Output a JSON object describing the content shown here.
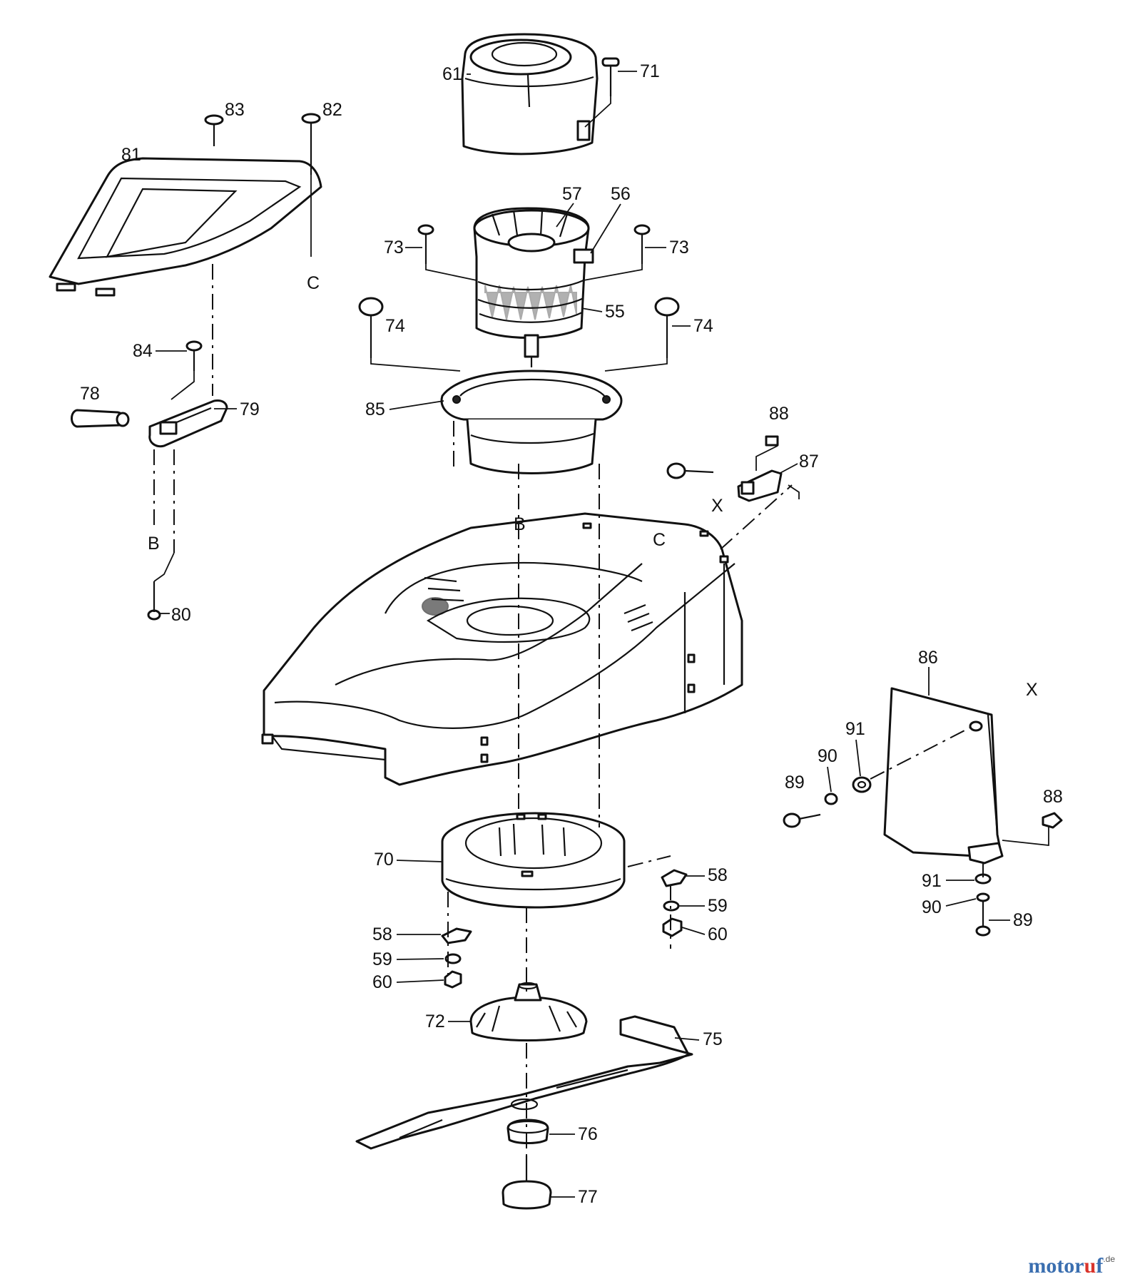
{
  "watermark": {
    "part1": "motor",
    "part2": "u",
    "part3": "f",
    "suffix": ".de"
  },
  "callouts": [
    {
      "id": "c61",
      "text": "61"
    },
    {
      "id": "c71",
      "text": "71"
    },
    {
      "id": "c83",
      "text": "83"
    },
    {
      "id": "c82",
      "text": "82"
    },
    {
      "id": "c81",
      "text": "81"
    },
    {
      "id": "c57",
      "text": "57"
    },
    {
      "id": "c56",
      "text": "56"
    },
    {
      "id": "c73a",
      "text": "73"
    },
    {
      "id": "c73b",
      "text": "73"
    },
    {
      "id": "c55",
      "text": "55"
    },
    {
      "id": "c74a",
      "text": "74"
    },
    {
      "id": "c74b",
      "text": "74"
    },
    {
      "id": "c84",
      "text": "84"
    },
    {
      "id": "c78",
      "text": "78"
    },
    {
      "id": "c79",
      "text": "79"
    },
    {
      "id": "c85",
      "text": "85"
    },
    {
      "id": "c88a",
      "text": "88"
    },
    {
      "id": "c87",
      "text": "87"
    },
    {
      "id": "c80",
      "text": "80"
    },
    {
      "id": "c86",
      "text": "86"
    },
    {
      "id": "c91a",
      "text": "91"
    },
    {
      "id": "c90a",
      "text": "90"
    },
    {
      "id": "c89a",
      "text": "89"
    },
    {
      "id": "c88b",
      "text": "88"
    },
    {
      "id": "c70",
      "text": "70"
    },
    {
      "id": "c58a",
      "text": "58"
    },
    {
      "id": "c59a",
      "text": "59"
    },
    {
      "id": "c60a",
      "text": "60"
    },
    {
      "id": "c58b",
      "text": "58"
    },
    {
      "id": "c59b",
      "text": "59"
    },
    {
      "id": "c60b",
      "text": "60"
    },
    {
      "id": "c91b",
      "text": "91"
    },
    {
      "id": "c90b",
      "text": "90"
    },
    {
      "id": "c89b",
      "text": "89"
    },
    {
      "id": "c72",
      "text": "72"
    },
    {
      "id": "c75",
      "text": "75"
    },
    {
      "id": "c76",
      "text": "76"
    },
    {
      "id": "c77",
      "text": "77"
    }
  ],
  "refs": [
    {
      "id": "rC1",
      "text": "C"
    },
    {
      "id": "rB1",
      "text": "B"
    },
    {
      "id": "rB2",
      "text": "B"
    },
    {
      "id": "rC2",
      "text": "C"
    },
    {
      "id": "rX1",
      "text": "X"
    },
    {
      "id": "rX2",
      "text": "X"
    }
  ]
}
